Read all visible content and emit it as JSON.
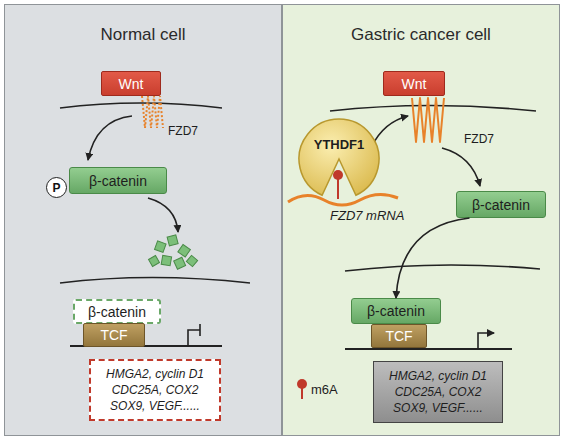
{
  "diagram": {
    "nodes": [
      {
        "text": [
          "Normal cell"
        ]
      },
      {
        "text": [
          "Wnt"
        ],
        "in": 0
      },
      {
        "text": [
          "P"
        ],
        "in": 0
      },
      {
        "text": [
          "β-catenin"
        ],
        "in": 0
      },
      {
        "text": [
          "β-catenin"
        ],
        "in": 0
      },
      {
        "text": [
          "TCF"
        ],
        "in": 0
      },
      {
        "text": [
          "HMGA2, cyclin D1 CDC25A, COX2 SOX9, VEGF......"
        ],
        "in": 0
      },
      {
        "text": [
          "Gastric cancer cell"
        ]
      },
      {
        "text": [
          "Wnt"
        ],
        "in": 7
      },
      {
        "text": [
          "YTHDF1"
        ],
        "in": 7
      },
      {
        "text": [
          "β-catenin"
        ],
        "in": 7
      },
      {
        "text": [
          "β-catenin"
        ],
        "in": 7
      },
      {
        "text": [
          "TCF"
        ],
        "in": 7
      },
      {
        "text": [
          "HMGA2, cyclin D1 CDC25A, COX2 SOX9, VEGF......"
        ],
        "in": 7
      }
    ],
    "edges": [
      {
        "from": 10,
        "to": 11,
        "arrow": "to"
      }
    ],
    "labels": [
      "FZD7",
      "FZD7",
      "FZD7 mRNA"
    ],
    "legend": [
      {
        "text": "m6A"
      }
    ]
  }
}
